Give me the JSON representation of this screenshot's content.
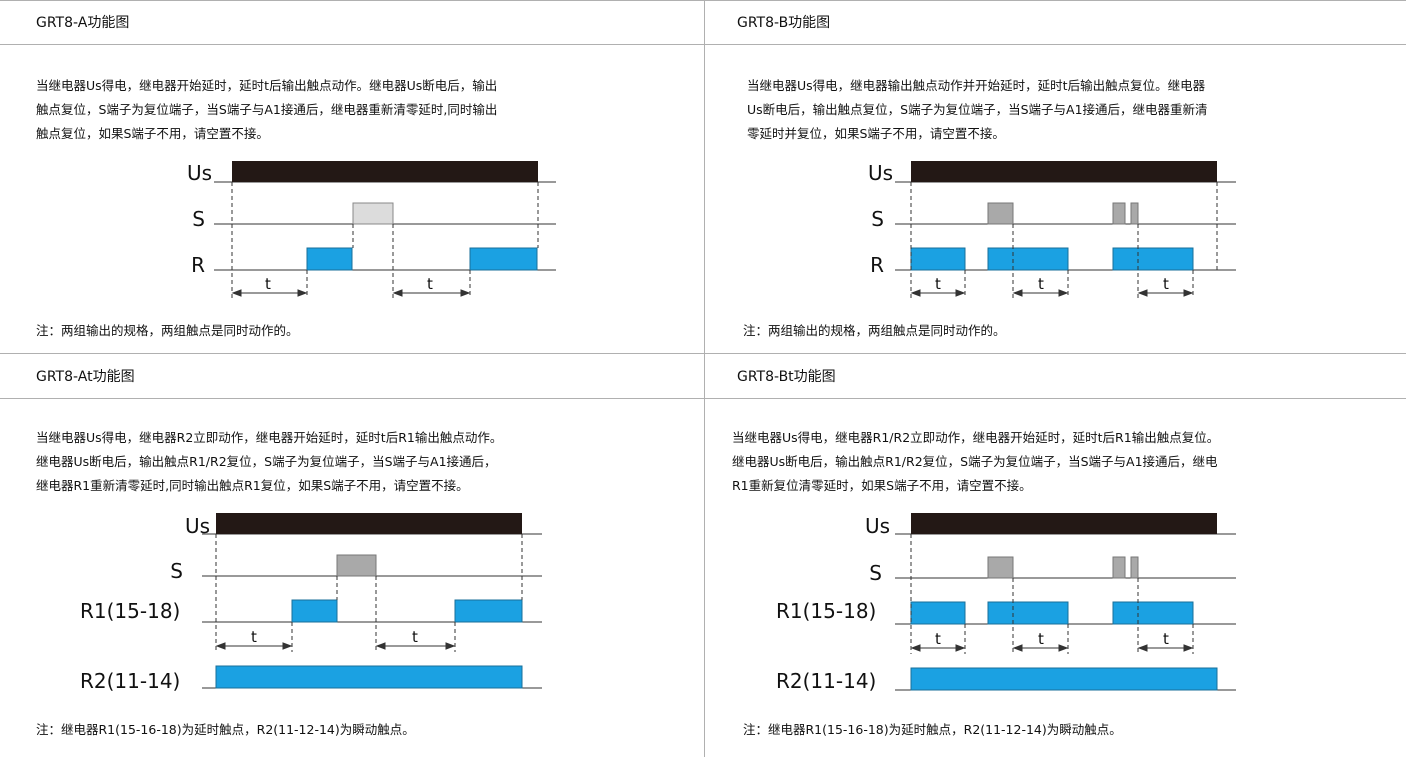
{
  "colors": {
    "blue": "#1ba1e2",
    "dark": "#231815",
    "gray_light": "#dcdcdc",
    "gray": "#a9a9a9",
    "border": "#b0b0b0"
  },
  "panels": [
    {
      "id": "a",
      "title": "GRT8-A功能图",
      "desc": [
        "当继电器Us得电，继电器开始延时，延时t后输出触点动作。继电器Us断电后，输出",
        "触点复位，S端子为复位端子，当S端子与A1接通后，继电器重新清零延时,同时输出",
        "触点复位，如果S端子不用，请空置不接。"
      ],
      "note": "注：两组输出的规格，两组触点是同时动作的。",
      "labels": {
        "us": "Us",
        "s": "S",
        "r": "R"
      },
      "t_label": "t"
    },
    {
      "id": "b",
      "title": "GRT8-B功能图",
      "desc": [
        "当继电器Us得电，继电器输出触点动作并开始延时，延时t后输出触点复位。继电器",
        "Us断电后，输出触点复位，S端子为复位端子，当S端子与A1接通后，继电器重新清",
        "零延时并复位，如果S端子不用，请空置不接。"
      ],
      "note": "注：两组输出的规格，两组触点是同时动作的。",
      "labels": {
        "us": "Us",
        "s": "S",
        "r": "R"
      },
      "t_label": "t"
    },
    {
      "id": "at",
      "title": "GRT8-At功能图",
      "desc": [
        "当继电器Us得电，继电器R2立即动作，继电器开始延时，延时t后R1输出触点动作。",
        "继电器Us断电后，输出触点R1/R2复位，S端子为复位端子，当S端子与A1接通后，",
        "继电器R1重新清零延时,同时输出触点R1复位，如果S端子不用，请空置不接。"
      ],
      "note": "注：继电器R1(15-16-18)为延时触点，R2(11-12-14)为瞬动触点。",
      "labels": {
        "us": "Us",
        "s": "S",
        "r1": "R1(15-18)",
        "r2": "R2(11-14)"
      },
      "t_label": "t"
    },
    {
      "id": "bt",
      "title": "GRT8-Bt功能图",
      "desc": [
        "当继电器Us得电，继电器R1/R2立即动作，继电器开始延时，延时t后R1输出触点复位。",
        "继电器Us断电后，输出触点R1/R2复位，S端子为复位端子，当S端子与A1接通后，继电",
        "R1重新复位清零延时，如果S端子不用，请空置不接。"
      ],
      "note": "注：继电器R1(15-16-18)为延时触点，R2(11-12-14)为瞬动触点。",
      "labels": {
        "us": "Us",
        "s": "S",
        "r1": "R1(15-18)",
        "r2": "R2(11-14)"
      },
      "t_label": "t"
    }
  ]
}
